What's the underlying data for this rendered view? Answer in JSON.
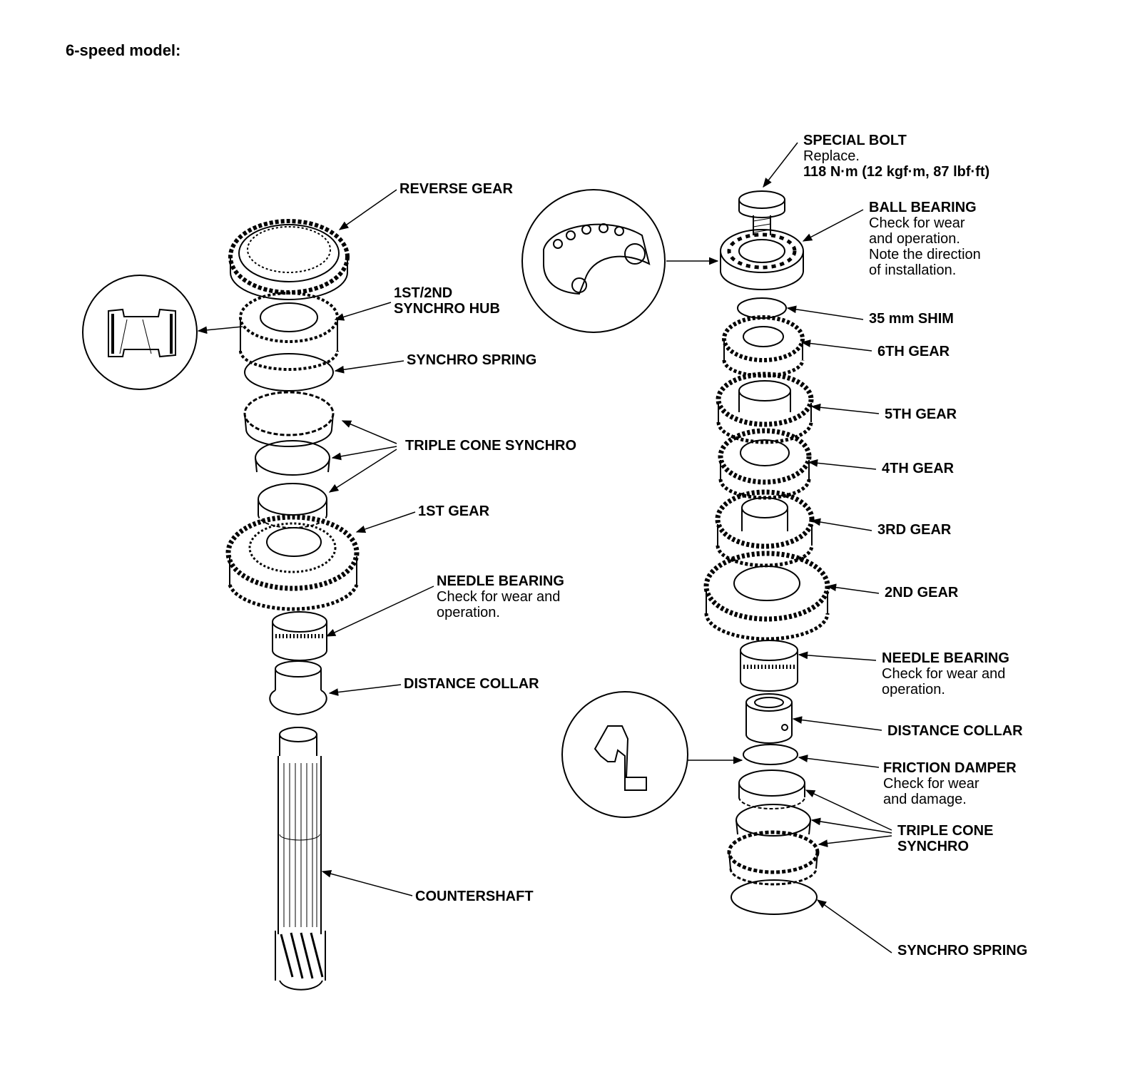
{
  "title": "6-speed model:",
  "left": {
    "reverse_gear": "REVERSE GEAR",
    "synchro_hub_l1": "1ST/2ND",
    "synchro_hub_l2": "SYNCHRO HUB",
    "synchro_spring": "SYNCHRO SPRING",
    "triple_cone": "TRIPLE CONE SYNCHRO",
    "first_gear": "1ST GEAR",
    "needle_bearing": "NEEDLE BEARING",
    "needle_note_1": "Check for wear and",
    "needle_note_2": "operation.",
    "distance_collar": "DISTANCE COLLAR",
    "countershaft": "COUNTERSHAFT"
  },
  "right": {
    "special_bolt": "SPECIAL BOLT",
    "bolt_note_1": "Replace.",
    "bolt_note_2": "118 N·m (12 kgf·m, 87 lbf·ft)",
    "ball_bearing": "BALL BEARING",
    "ball_note_1": "Check for wear",
    "ball_note_2": "and operation.",
    "ball_note_3": "Note the direction",
    "ball_note_4": "of installation.",
    "shim": "35 mm SHIM",
    "sixth_gear": "6TH GEAR",
    "fifth_gear": "5TH GEAR",
    "fourth_gear": "4TH GEAR",
    "third_gear": "3RD GEAR",
    "second_gear": "2ND GEAR",
    "needle_bearing": "NEEDLE BEARING",
    "needle_note_1": "Check for wear and",
    "needle_note_2": "operation.",
    "distance_collar": "DISTANCE COLLAR",
    "friction_damper": "FRICTION DAMPER",
    "damper_note_1": "Check for wear",
    "damper_note_2": "and damage.",
    "triple_cone_l1": "TRIPLE CONE",
    "triple_cone_l2": "SYNCHRO",
    "synchro_spring": "SYNCHRO SPRING"
  }
}
